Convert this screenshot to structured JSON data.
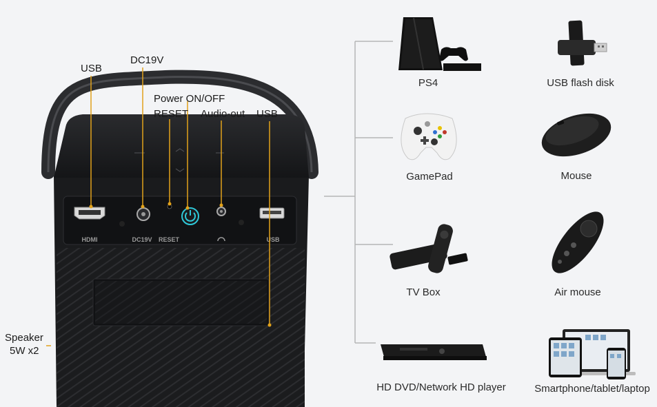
{
  "callouts": {
    "usb_left": "USB",
    "dc19v": "DC19V",
    "power": "Power ON/OFF",
    "reset": "RESET",
    "audio_out": "Audio-out",
    "usb_right": "USB",
    "speaker_line1": "Speaker",
    "speaker_line2": "5W x2"
  },
  "panel_labels": {
    "hdmi": "HDMI",
    "dc19v": "DC19V",
    "reset": "RESET",
    "usb": "USB"
  },
  "devices": [
    {
      "label": "PS4",
      "icon": "ps4-console-icon"
    },
    {
      "label": "USB flash disk",
      "icon": "usb-flash-disk-icon"
    },
    {
      "label": "GamePad",
      "icon": "gamepad-icon"
    },
    {
      "label": "Mouse",
      "icon": "mouse-icon"
    },
    {
      "label": "TV Box",
      "icon": "tv-box-icon"
    },
    {
      "label": "Air mouse",
      "icon": "air-mouse-icon"
    },
    {
      "label": "HD DVD/Network HD player",
      "icon": "dvd-player-icon"
    },
    {
      "label": "Smartphone/tablet/laptop",
      "icon": "smart-devices-icon"
    }
  ],
  "colors": {
    "callout_line": "#e2a21b",
    "connector_line": "#b5b5b5",
    "projector_body": "#1d1e20",
    "power_accent": "#2ec8d8"
  }
}
